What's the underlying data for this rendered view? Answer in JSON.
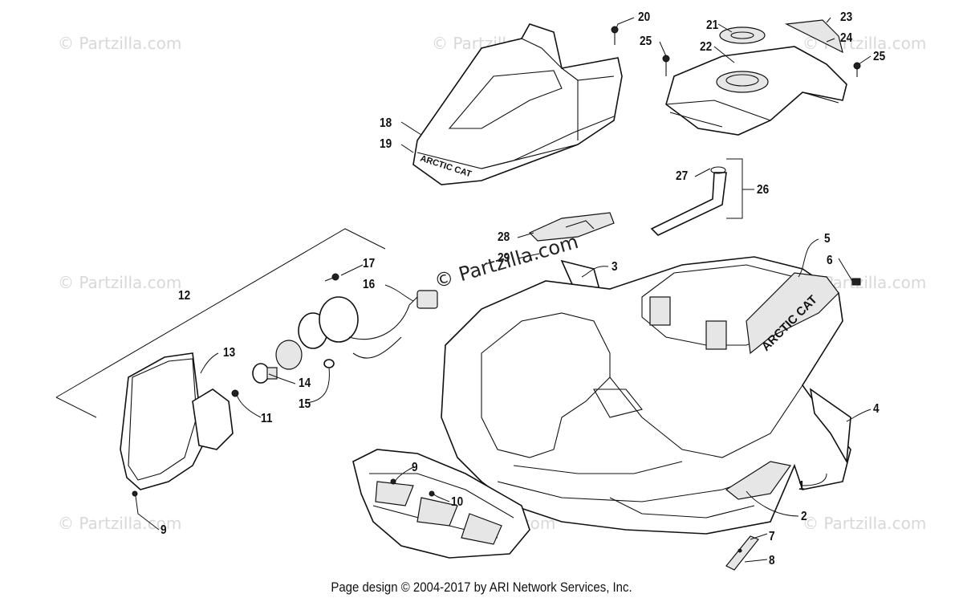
{
  "watermark": "© Partzilla.com",
  "center_credit": "© Partzilla.com",
  "footer": "Page design © 2004-2017 by ARI Network Services, Inc.",
  "brand_text": "ARCTIC CAT",
  "callouts": {
    "c1": "1",
    "c2": "2",
    "c3": "3",
    "c4": "4",
    "c5": "5",
    "c6": "6",
    "c7": "7",
    "c8": "8",
    "c9a": "9",
    "c9b": "9",
    "c10": "10",
    "c11": "11",
    "c12": "12",
    "c13": "13",
    "c14": "14",
    "c15": "15",
    "c16": "16",
    "c17": "17",
    "c18": "18",
    "c19": "19",
    "c20": "20",
    "c21": "21",
    "c22": "22",
    "c23": "23",
    "c24": "24",
    "c25a": "25",
    "c25b": "25",
    "c26": "26",
    "c27": "27",
    "c28": "28",
    "c29": "29"
  }
}
